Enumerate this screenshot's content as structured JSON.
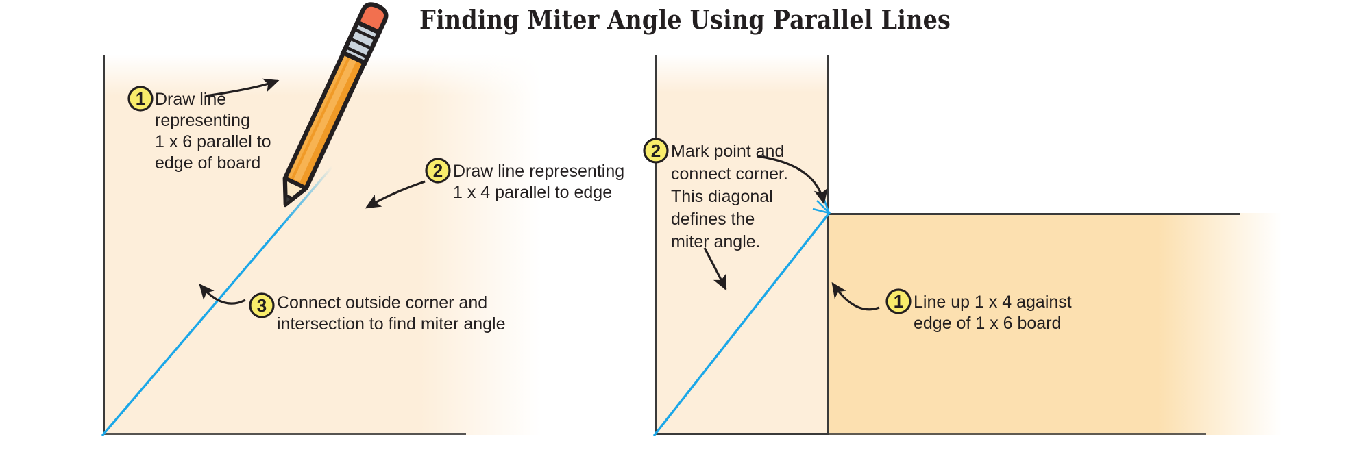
{
  "title": "Finding Miter Angle Using Parallel Lines",
  "colors": {
    "board_light": "#FDEEDA",
    "board_dark": "#FCE0B0",
    "badge_fill": "#F8EC6B",
    "badge_stroke": "#231f20",
    "line_blue": "#1BA7E8",
    "guide_gray": "#9b9b9b",
    "edge_dark": "#3a3a3a",
    "ink": "#231f20",
    "pencil_body": "#F09A27",
    "pencil_body_light": "#F7B352",
    "pencil_eraser": "#F2704F",
    "pencil_ferrule": "#C9D3DC",
    "pencil_wood": "#FBE8C6",
    "pencil_graphite": "#3a3a3a",
    "background": "#FFFFFF"
  },
  "figures": [
    {
      "id": "left-figure",
      "name": "marking-layout-on-1x6",
      "callouts": [
        {
          "number": "1",
          "name": "callout-draw-1x6-parallel-line",
          "lines": [
            "Draw line",
            "representing",
            "1 x 6 parallel to",
            "edge of board"
          ]
        },
        {
          "number": "2",
          "name": "callout-draw-1x4-parallel-line",
          "lines": [
            "Draw line representing",
            "1 x 4 parallel to edge"
          ]
        },
        {
          "number": "3",
          "name": "callout-connect-corner-intersection",
          "lines": [
            "Connect outside corner and",
            "intersection to find miter angle"
          ]
        }
      ],
      "elements": {
        "board": "1x6-board-surface",
        "vertical_guide": "1x6-parallel-guide-line",
        "horizontal_guide": "1x4-parallel-guide-line",
        "diagonal": "miter-angle-diagonal-line",
        "pencil": "pencil-marking-intersection"
      }
    },
    {
      "id": "right-figure",
      "name": "boards-positioned-corner-layout",
      "callouts": [
        {
          "number": "1",
          "name": "callout-line-up-1x4-against-1x6",
          "lines": [
            "Line up 1 x 4 against",
            "edge of 1 x 6 board"
          ]
        },
        {
          "number": "2",
          "name": "callout-mark-point-connect-corner",
          "lines": [
            "Mark point and",
            "connect corner.",
            "This diagonal",
            "defines the",
            "miter angle."
          ]
        }
      ],
      "elements": {
        "board_1x6": "1x6-board-surface",
        "board_1x4": "1x4-board-surface",
        "diagonal": "miter-angle-diagonal-line",
        "mark": "corner-mark-tick"
      }
    }
  ]
}
